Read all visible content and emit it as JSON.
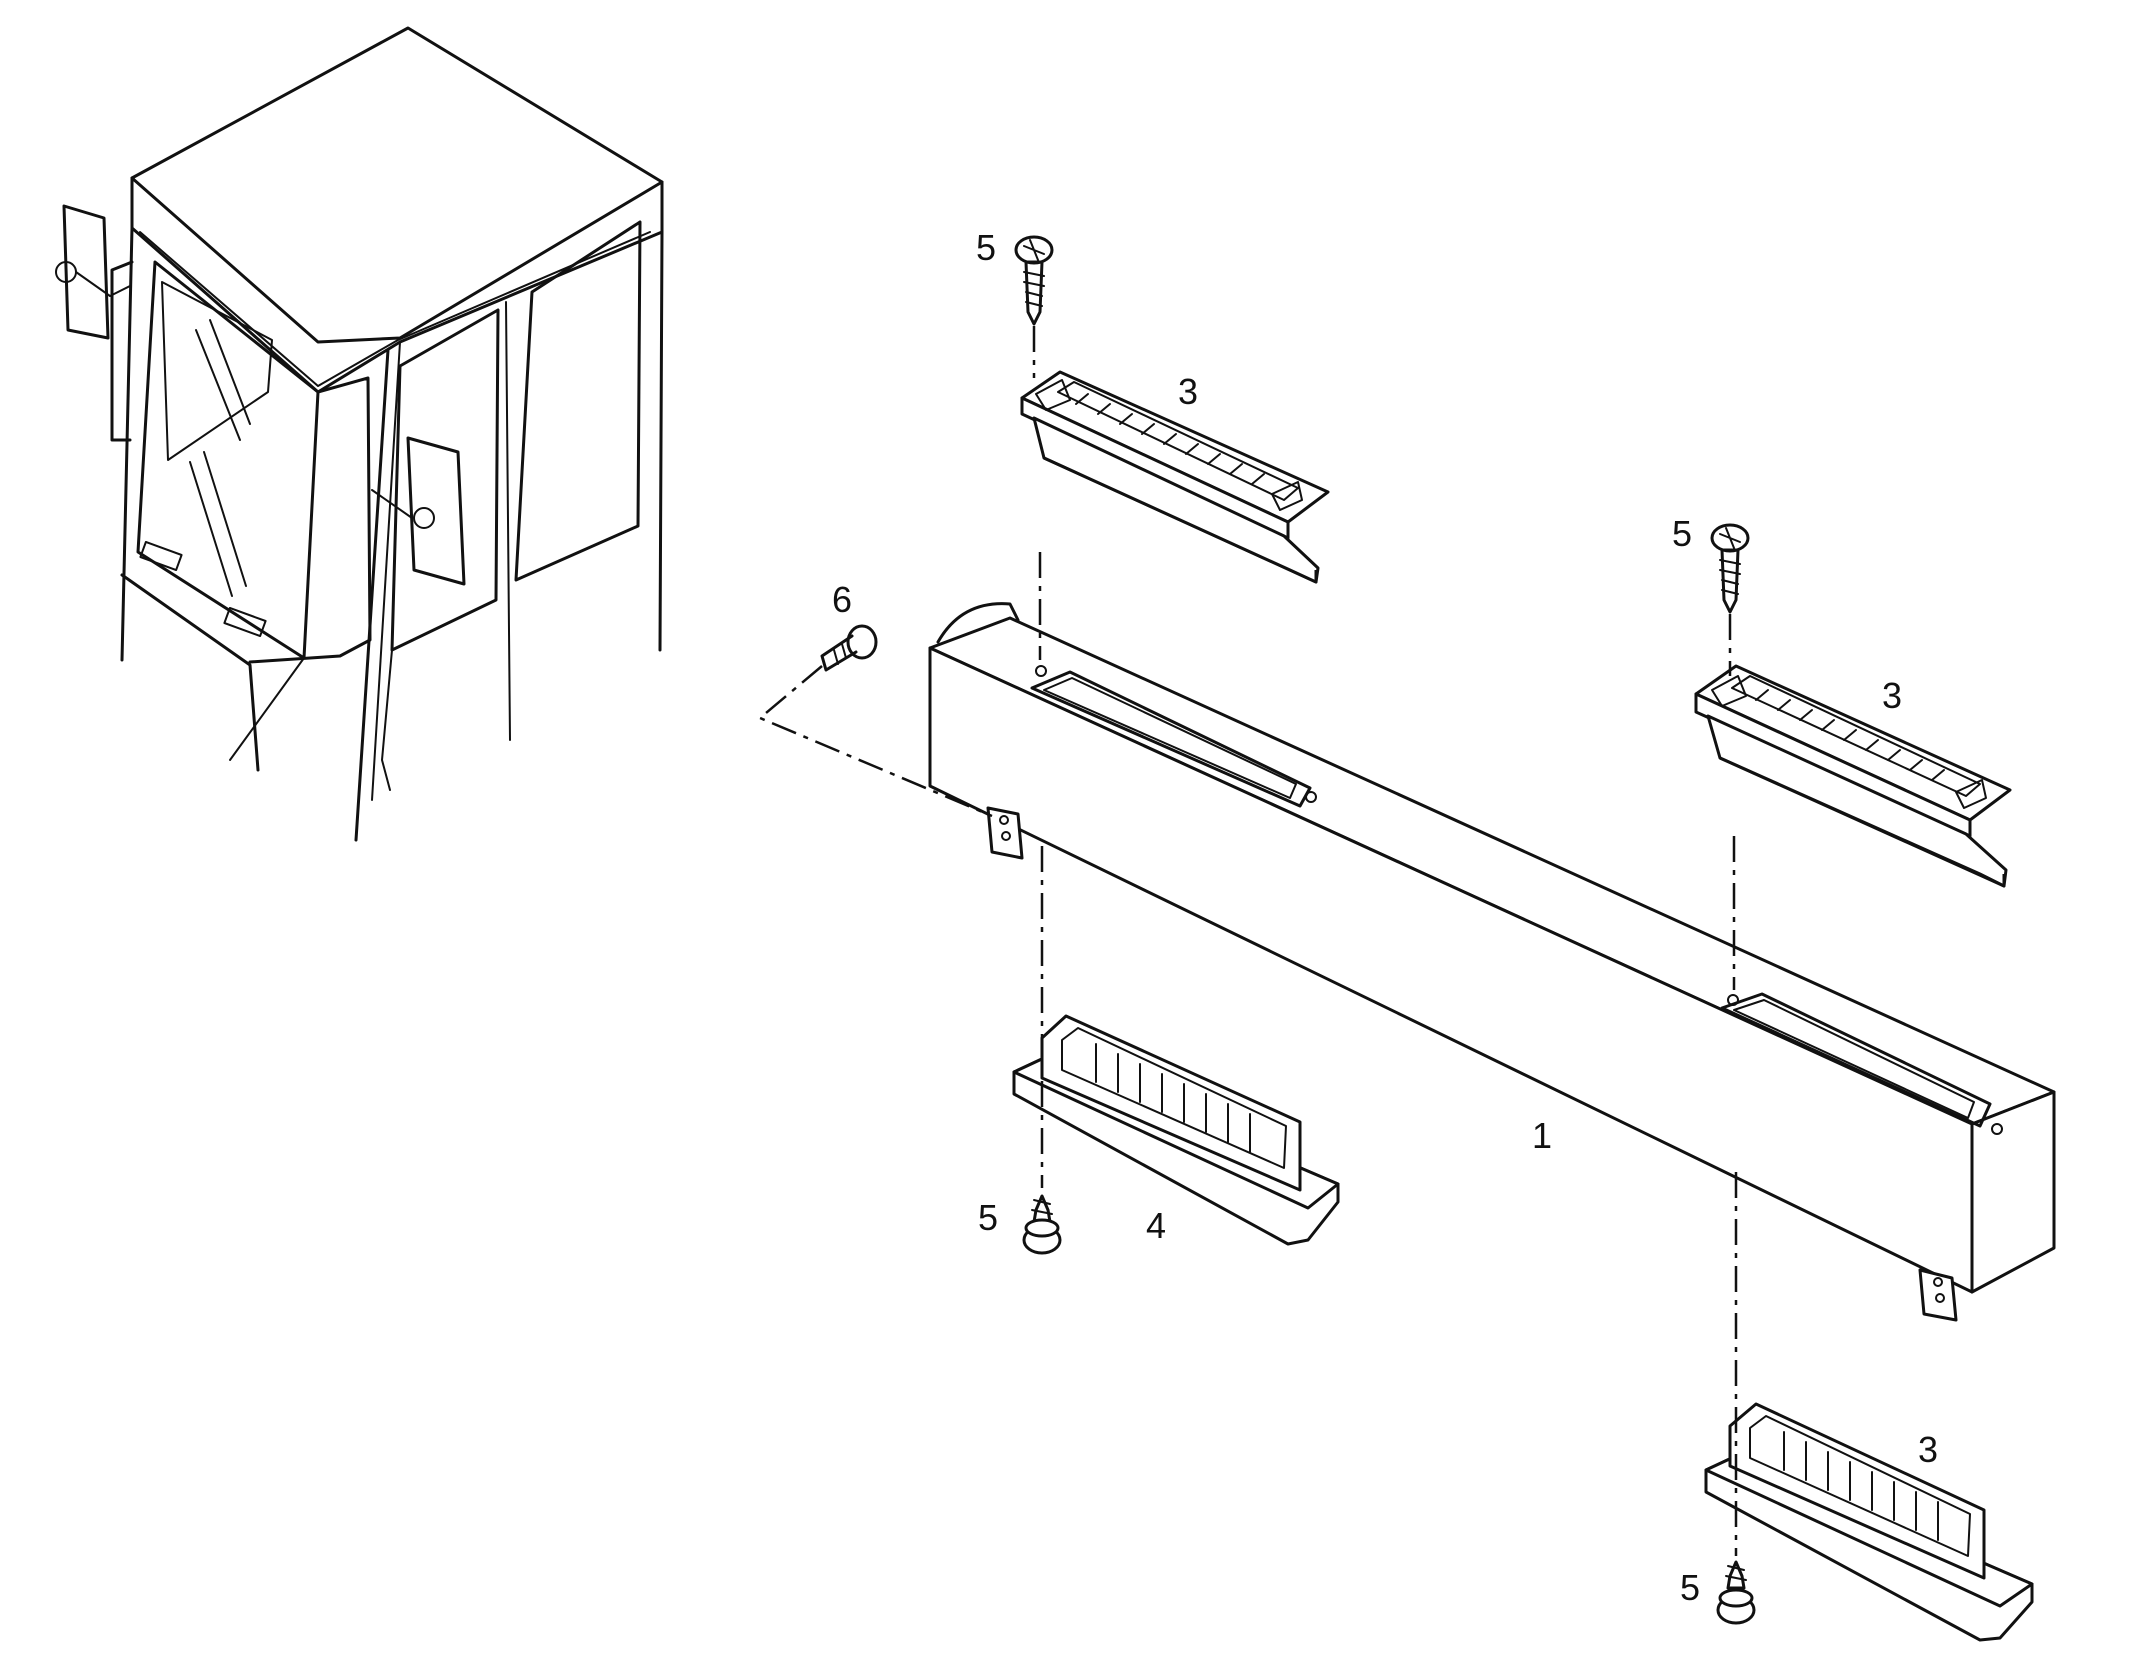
{
  "callouts": {
    "panel": "1",
    "vent_top": "3",
    "vent_right": "3",
    "vent_bottom_right": "3",
    "vent_bottom_left": "4",
    "screw_top": "5",
    "screw_right": "5",
    "screw_bottom_left": "5",
    "screw_bottom_right": "5",
    "fastener": "6"
  },
  "colors": {
    "ink": "#111111",
    "paper": "#ffffff"
  }
}
